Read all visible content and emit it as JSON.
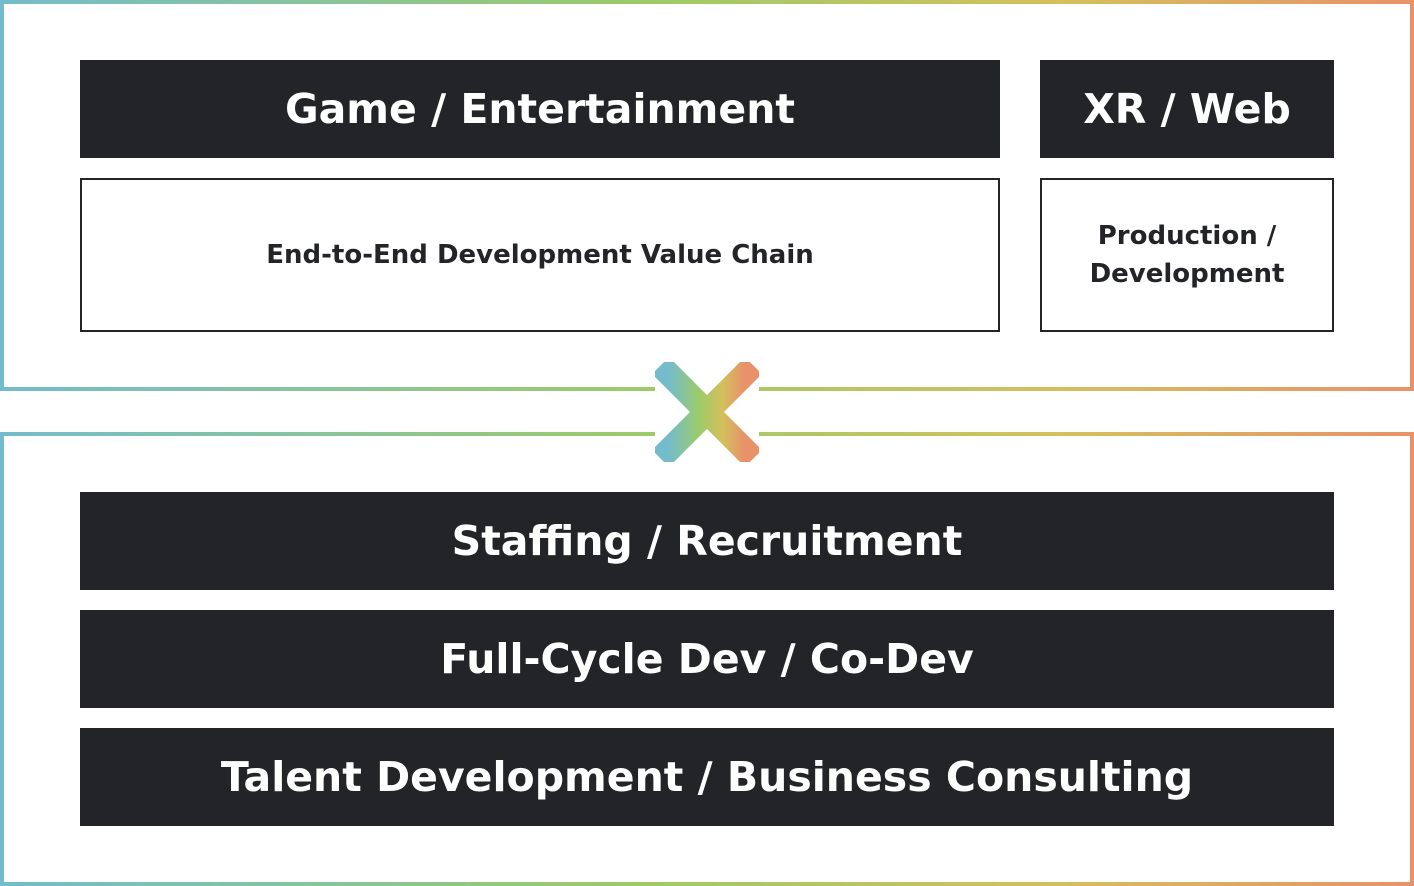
{
  "top": {
    "game_title": "Game / Entertainment",
    "game_desc": "End-to-End Development Value Chain",
    "xr_title": "XR / Web",
    "xr_desc": "Production / Development"
  },
  "connector": {
    "icon": "cross-icon"
  },
  "bottom": {
    "items": [
      "Staffing / Recruitment",
      "Full-Cycle Dev / Co-Dev",
      "Talent Development / Business Consulting"
    ]
  },
  "colors": {
    "dark": "#232428",
    "gradient": [
      "#74bccb",
      "#9ccb6a",
      "#d4c05c",
      "#e8916a"
    ]
  }
}
